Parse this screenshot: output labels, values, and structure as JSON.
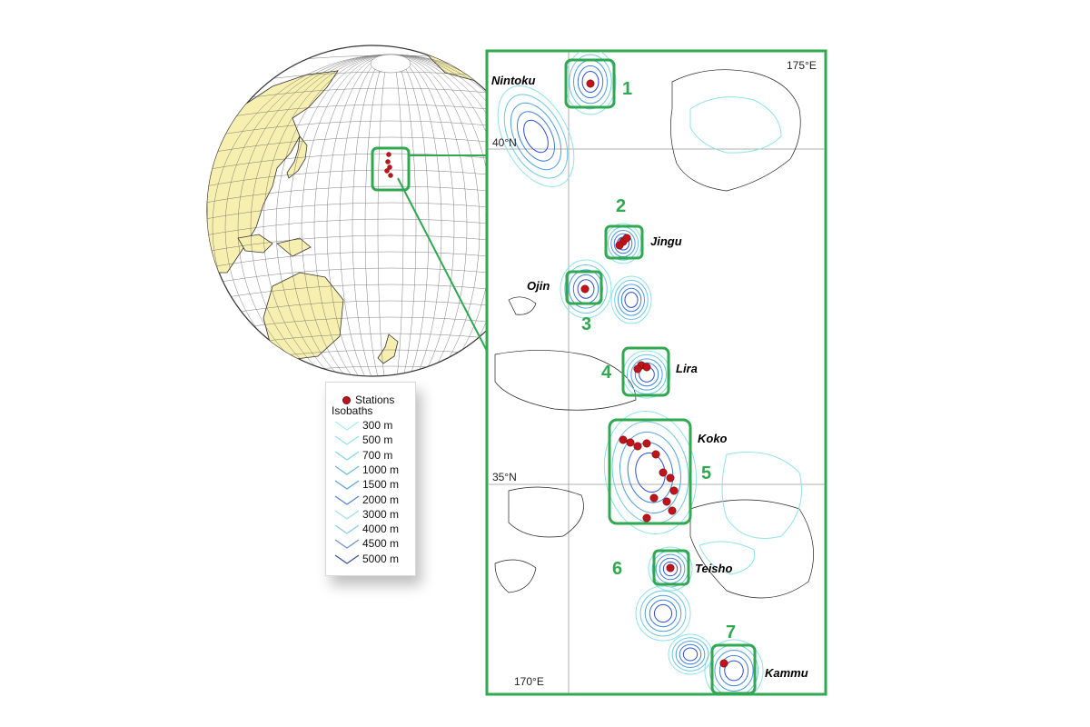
{
  "map": {
    "coords": {
      "lon_top": "175°E",
      "lon_bottom": "170°E",
      "lat_upper": "40°N",
      "lat_lower": "35°N"
    },
    "seamounts": [
      {
        "id": "1",
        "name": "Nintoku"
      },
      {
        "id": "2",
        "name": "Jingu"
      },
      {
        "id": "3",
        "name": "Ojin"
      },
      {
        "id": "4",
        "name": "Lira"
      },
      {
        "id": "5",
        "name": "Koko"
      },
      {
        "id": "6",
        "name": "Teisho"
      },
      {
        "id": "7",
        "name": "Kammu"
      }
    ],
    "colors": {
      "highlight_green": "#2fa84f",
      "land": "#f7efb0",
      "station": "#c0141b",
      "isobath_shallow": "#8ee3ea",
      "isobath_deep": "#2c4fd6"
    }
  },
  "legend": {
    "stations_label": "Stations",
    "isobaths_title": "Isobaths",
    "isobaths": [
      "300 m",
      "500 m",
      "700 m",
      "1000 m",
      "1500 m",
      "2000 m",
      "3000 m",
      "4000 m",
      "4500 m",
      "5000 m"
    ]
  }
}
